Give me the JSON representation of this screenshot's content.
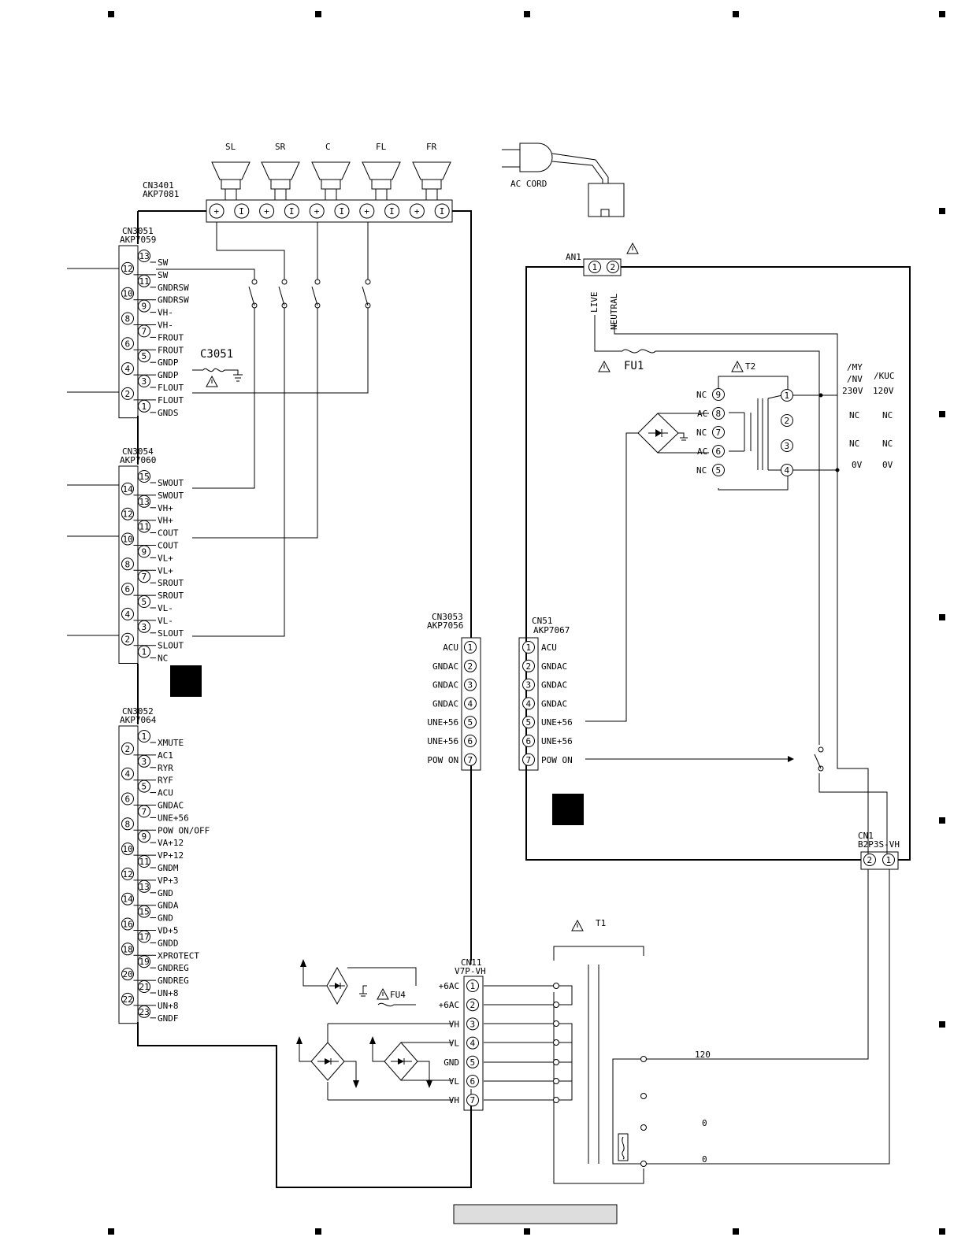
{
  "speakers": [
    "SL",
    "SR",
    "C",
    "FL",
    "FR"
  ],
  "ac_cord": "AC CORD",
  "cn3401": {
    "ref": "CN3401",
    "part": "AKP7081",
    "terminals": [
      "+",
      "I",
      "+",
      "I",
      "+",
      "I",
      "+",
      "I",
      "+",
      "I"
    ]
  },
  "cn3051": {
    "ref": "CN3051",
    "part": "AKP7059",
    "pins": [
      [
        "13",
        "SW"
      ],
      [
        "12",
        "SW"
      ],
      [
        "11",
        "GNDRSW"
      ],
      [
        "10",
        "GNDRSW"
      ],
      [
        "9",
        "VH-"
      ],
      [
        "8",
        "VH-"
      ],
      [
        "7",
        "FROUT"
      ],
      [
        "6",
        "FROUT"
      ],
      [
        "5",
        "GNDP"
      ],
      [
        "4",
        "GNDP"
      ],
      [
        "3",
        "FLOUT"
      ],
      [
        "2",
        "FLOUT"
      ],
      [
        "1",
        "GNDS"
      ]
    ]
  },
  "c3051": "C3051",
  "cn3054": {
    "ref": "CN3054",
    "part": "AKP7060",
    "pins": [
      [
        "15",
        "SWOUT"
      ],
      [
        "14",
        "SWOUT"
      ],
      [
        "13",
        "VH+"
      ],
      [
        "12",
        "VH+"
      ],
      [
        "11",
        "COUT"
      ],
      [
        "10",
        "COUT"
      ],
      [
        "9",
        "VL+"
      ],
      [
        "8",
        "VL+"
      ],
      [
        "7",
        "SROUT"
      ],
      [
        "6",
        "SROUT"
      ],
      [
        "5",
        "VL-"
      ],
      [
        "4",
        "VL-"
      ],
      [
        "3",
        "SLOUT"
      ],
      [
        "2",
        "SLOUT"
      ],
      [
        "1",
        "NC"
      ]
    ]
  },
  "cn3052": {
    "ref": "CN3052",
    "part": "AKP7064",
    "pins": [
      [
        "1",
        "XMUTE"
      ],
      [
        "2",
        "AC1"
      ],
      [
        "3",
        "RYR"
      ],
      [
        "4",
        "RYF"
      ],
      [
        "5",
        "ACU"
      ],
      [
        "6",
        "GNDAC"
      ],
      [
        "7",
        "UNE+56"
      ],
      [
        "8",
        "POW ON/OFF"
      ],
      [
        "9",
        "VA+12"
      ],
      [
        "10",
        "VP+12"
      ],
      [
        "11",
        "GNDM"
      ],
      [
        "12",
        "VP+3"
      ],
      [
        "13",
        "GND"
      ],
      [
        "14",
        "GNDA"
      ],
      [
        "15",
        "GND"
      ],
      [
        "16",
        "VD+5"
      ],
      [
        "17",
        "GNDD"
      ],
      [
        "18",
        "XPROTECT"
      ],
      [
        "19",
        "GNDREG"
      ],
      [
        "20",
        "GNDREG"
      ],
      [
        "21",
        "UN+8"
      ],
      [
        "22",
        "UN+8"
      ],
      [
        "23",
        "GNDF"
      ]
    ]
  },
  "cn3053": {
    "ref": "CN3053",
    "part": "AKP7056",
    "pins": [
      [
        "1",
        "ACU"
      ],
      [
        "2",
        "GNDAC"
      ],
      [
        "3",
        "GNDAC"
      ],
      [
        "4",
        "GNDAC"
      ],
      [
        "5",
        "UNE+56"
      ],
      [
        "6",
        "UNE+56"
      ],
      [
        "7",
        "POW ON"
      ]
    ]
  },
  "cn51": {
    "ref": "CN51",
    "part": "AKP7067",
    "pins": [
      [
        "1",
        "ACU"
      ],
      [
        "2",
        "GNDAC"
      ],
      [
        "3",
        "GNDAC"
      ],
      [
        "4",
        "GNDAC"
      ],
      [
        "5",
        "UNE+56"
      ],
      [
        "6",
        "UNE+56"
      ],
      [
        "7",
        "POW ON"
      ]
    ]
  },
  "an1": {
    "ref": "AN1",
    "pins": [
      "1",
      "2"
    ],
    "live": "LIVE",
    "neutral": "NEUTRAL"
  },
  "fu1": "FU1",
  "t2": {
    "ref": "T2",
    "left_pins": [
      [
        "9",
        "NC"
      ],
      [
        "8",
        "AC"
      ],
      [
        "7",
        "NC"
      ],
      [
        "6",
        "AC"
      ],
      [
        "5",
        "NC"
      ]
    ],
    "right_pins": [
      "1",
      "2",
      "3",
      "4"
    ]
  },
  "voltage_table": {
    "col1_head1": "/MY",
    "col1_head2": "/NV",
    "col2_head": "/KUC",
    "rows": [
      [
        "230V",
        "120V"
      ],
      [
        "NC",
        "NC"
      ],
      [
        "NC",
        "NC"
      ],
      [
        "0V",
        "0V"
      ]
    ]
  },
  "cn1": {
    "ref": "CN1",
    "part": "B2P3S-VH",
    "pins": [
      "2",
      "1"
    ]
  },
  "t1": "T1",
  "cn11": {
    "ref": "CN11",
    "part": "V7P-VH",
    "pins": [
      [
        "1",
        "+6AC"
      ],
      [
        "2",
        "+6AC"
      ],
      [
        "3",
        "VH"
      ],
      [
        "4",
        "VL"
      ],
      [
        "5",
        "GND"
      ],
      [
        "6",
        "VL"
      ],
      [
        "7",
        "VH"
      ]
    ]
  },
  "fu4": "FU4",
  "t1_taps": [
    "120",
    "0",
    "0"
  ]
}
